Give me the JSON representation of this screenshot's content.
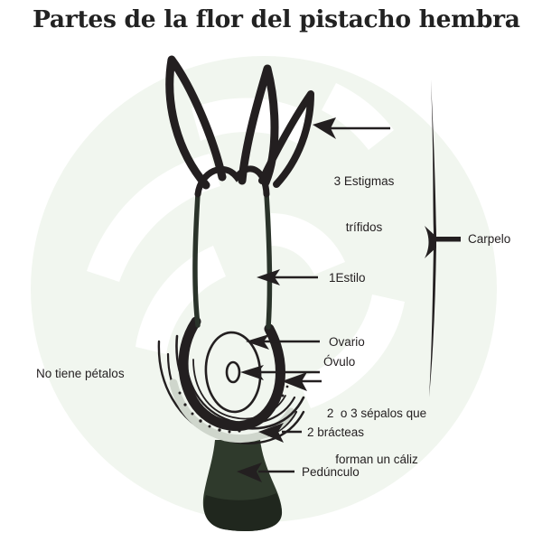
{
  "page": {
    "title": "Partes de la flor del pistacho hembra",
    "background_color": "#ffffff",
    "watermark_color": "#f1f6ef",
    "ink_color": "#231f20",
    "stem_color": "#2f3a2c",
    "text_color": "#231f20"
  },
  "labels": {
    "stigmas_line1": "3 Estigmas",
    "stigmas_line2": "trífidos",
    "carpelo": "Carpelo",
    "estilo": "1Estilo",
    "ovario": "Ovario",
    "ovulo": "Óvulo",
    "sepalos_line1": "2  o 3 sépalos que",
    "sepalos_line2": "forman un cáliz",
    "bracteas": "2 brácteas",
    "pedunculo": "Pedúnculo",
    "no_petalos": "No tiene pétalos"
  },
  "diagram": {
    "type": "botanical-illustration",
    "subject": "female pistachio flower",
    "parts": [
      {
        "name": "estigmas",
        "count": 3,
        "description": "three trifid pointed lobes at the apex"
      },
      {
        "name": "estilo",
        "count": 1,
        "description": "single tubular style below the stigmas"
      },
      {
        "name": "carpelo",
        "description": "bracket spanning stigmas through ovary"
      },
      {
        "name": "ovario",
        "description": "rounded ovary enclosing the ovule"
      },
      {
        "name": "ovulo",
        "count": 1,
        "description": "small oval inside the ovary"
      },
      {
        "name": "sepalos",
        "count": "2 o 3",
        "description": "curved arcs forming the calyx"
      },
      {
        "name": "bracteas",
        "count": 2,
        "description": "outer curved arcs with dotted band"
      },
      {
        "name": "pedunculo",
        "description": "thick dark stalk at the base"
      },
      {
        "name": "petalos",
        "count": 0,
        "description": "absent"
      }
    ]
  }
}
